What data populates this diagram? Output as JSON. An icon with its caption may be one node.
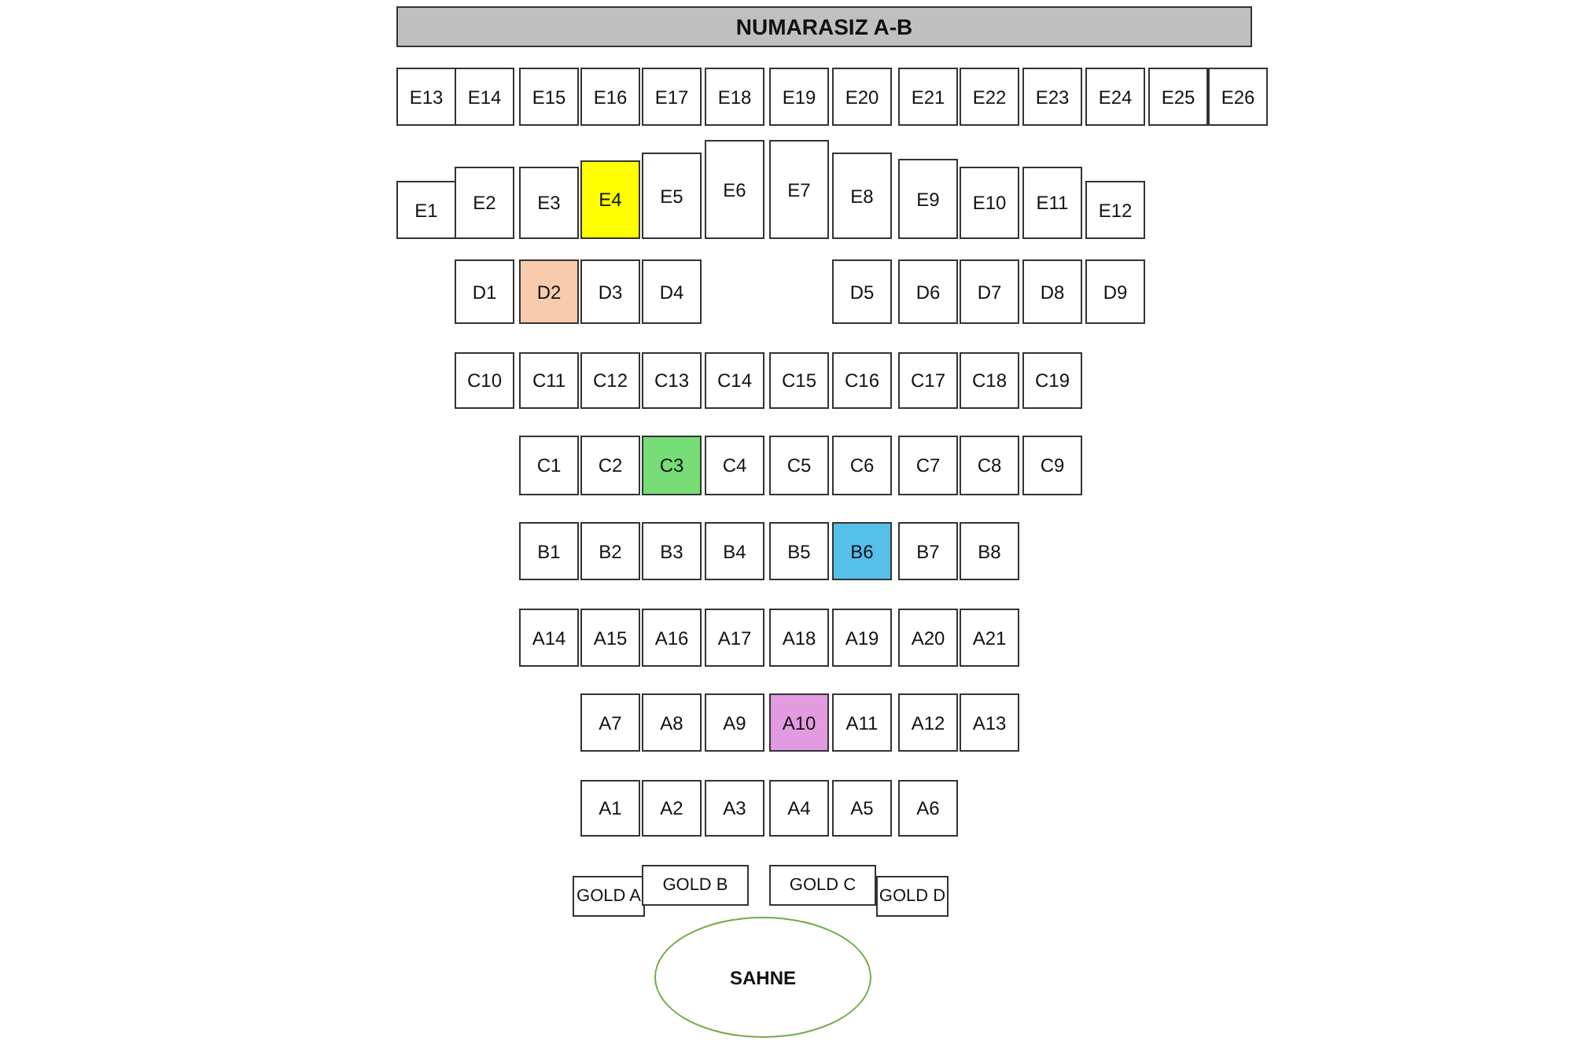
{
  "diagram": {
    "nodes": [
      {
        "text": [
          "NUMARASIZ A-B"
        ]
      },
      {
        "text": [
          "E13"
        ]
      },
      {
        "text": [
          "E14"
        ]
      },
      {
        "text": [
          "E15"
        ]
      },
      {
        "text": [
          "E16"
        ]
      },
      {
        "text": [
          "E17"
        ]
      },
      {
        "text": [
          "E18"
        ]
      },
      {
        "text": [
          "E19"
        ]
      },
      {
        "text": [
          "E20"
        ]
      },
      {
        "text": [
          "E21"
        ]
      },
      {
        "text": [
          "E22"
        ]
      },
      {
        "text": [
          "E23"
        ]
      },
      {
        "text": [
          "E24"
        ]
      },
      {
        "text": [
          "E25"
        ]
      },
      {
        "text": [
          "E26"
        ]
      },
      {
        "text": [
          "E1"
        ]
      },
      {
        "text": [
          "E2"
        ]
      },
      {
        "text": [
          "E3"
        ]
      },
      {
        "text": [
          "E4"
        ]
      },
      {
        "text": [
          "E5"
        ]
      },
      {
        "text": [
          "E6"
        ]
      },
      {
        "text": [
          "E7"
        ]
      },
      {
        "text": [
          "E8"
        ]
      },
      {
        "text": [
          "E9"
        ]
      },
      {
        "text": [
          "E10"
        ]
      },
      {
        "text": [
          "E11"
        ]
      },
      {
        "text": [
          "E12"
        ]
      },
      {
        "text": [
          "D1"
        ]
      },
      {
        "text": [
          "D2"
        ]
      },
      {
        "text": [
          "D3"
        ]
      },
      {
        "text": [
          "D4"
        ]
      },
      {
        "text": [
          "D5"
        ]
      },
      {
        "text": [
          "D6"
        ]
      },
      {
        "text": [
          "D7"
        ]
      },
      {
        "text": [
          "D8"
        ]
      },
      {
        "text": [
          "D9"
        ]
      },
      {
        "text": [
          "C10"
        ]
      },
      {
        "text": [
          "C11"
        ]
      },
      {
        "text": [
          "C12"
        ]
      },
      {
        "text": [
          "C13"
        ]
      },
      {
        "text": [
          "C14"
        ]
      },
      {
        "text": [
          "C15"
        ]
      },
      {
        "text": [
          "C16"
        ]
      },
      {
        "text": [
          "C17"
        ]
      },
      {
        "text": [
          "C18"
        ]
      },
      {
        "text": [
          "C19"
        ]
      },
      {
        "text": [
          "C1"
        ]
      },
      {
        "text": [
          "C2"
        ]
      },
      {
        "text": [
          "C3"
        ]
      },
      {
        "text": [
          "C4"
        ]
      },
      {
        "text": [
          "C5"
        ]
      },
      {
        "text": [
          "C6"
        ]
      },
      {
        "text": [
          "C7"
        ]
      },
      {
        "text": [
          "C8"
        ]
      },
      {
        "text": [
          "C9"
        ]
      },
      {
        "text": [
          "B1"
        ]
      },
      {
        "text": [
          "B2"
        ]
      },
      {
        "text": [
          "B3"
        ]
      },
      {
        "text": [
          "B4"
        ]
      },
      {
        "text": [
          "B5"
        ]
      },
      {
        "text": [
          "B6"
        ]
      },
      {
        "text": [
          "B7"
        ]
      },
      {
        "text": [
          "B8"
        ]
      },
      {
        "text": [
          "A14"
        ]
      },
      {
        "text": [
          "A15"
        ]
      },
      {
        "text": [
          "A16"
        ]
      },
      {
        "text": [
          "A17"
        ]
      },
      {
        "text": [
          "A18"
        ]
      },
      {
        "text": [
          "A19"
        ]
      },
      {
        "text": [
          "A20"
        ]
      },
      {
        "text": [
          "A21"
        ]
      },
      {
        "text": [
          "A7"
        ]
      },
      {
        "text": [
          "A8"
        ]
      },
      {
        "text": [
          "A9"
        ]
      },
      {
        "text": [
          "A10"
        ]
      },
      {
        "text": [
          "A11"
        ]
      },
      {
        "text": [
          "A12"
        ]
      },
      {
        "text": [
          "A13"
        ]
      },
      {
        "text": [
          "A1"
        ]
      },
      {
        "text": [
          "A2"
        ]
      },
      {
        "text": [
          "A3"
        ]
      },
      {
        "text": [
          "A4"
        ]
      },
      {
        "text": [
          "A5"
        ]
      },
      {
        "text": [
          "A6"
        ]
      },
      {
        "text": [
          "GOLD A"
        ]
      },
      {
        "text": [
          "GOLD B"
        ]
      },
      {
        "text": [
          "GOLD C"
        ]
      },
      {
        "text": [
          "GOLD D"
        ]
      },
      {
        "text": [
          "SAHNE"
        ]
      }
    ]
  }
}
